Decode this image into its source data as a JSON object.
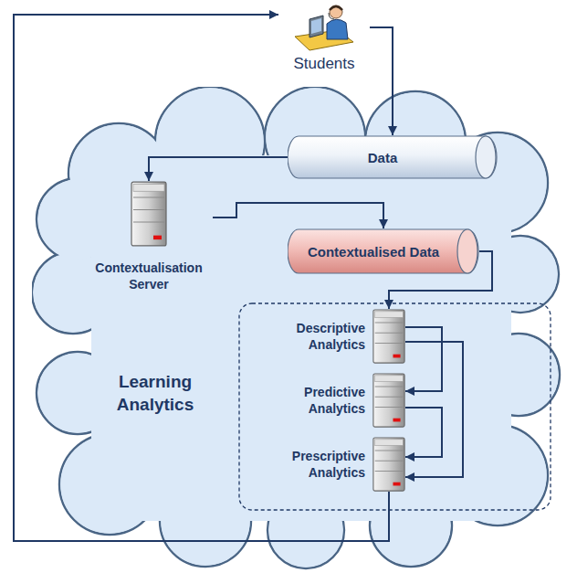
{
  "diagram": {
    "nodes": [
      {
        "text": [
          "Students"
        ]
      },
      {
        "text": [
          "Learning Analytics"
        ]
      },
      {
        "text": [
          "Data"
        ],
        "in": 1
      },
      {
        "text": [
          "Contextualisation Server"
        ],
        "in": 1
      },
      {
        "text": [
          "Contextualised Data"
        ],
        "in": 1
      },
      {
        "text": [
          "Descriptive Analytics"
        ],
        "in": 1
      },
      {
        "text": [
          "Predictive Analytics"
        ],
        "in": 1
      },
      {
        "text": [
          "Prescriptive Analytics"
        ],
        "in": 1
      }
    ],
    "edges": [
      {
        "from": 0,
        "to": 2,
        "arrow": "to"
      },
      {
        "from": 2,
        "to": 3,
        "arrow": "to"
      },
      {
        "from": 3,
        "to": 4,
        "arrow": "to"
      },
      {
        "from": 4,
        "to": 5,
        "arrow": "to"
      },
      {
        "from": 5,
        "to": 6,
        "arrow": "to"
      },
      {
        "from": 5,
        "to": 7,
        "arrow": "to"
      },
      {
        "from": 6,
        "to": 7,
        "arrow": "to"
      },
      {
        "from": 7,
        "to": 0,
        "arrow": "to"
      }
    ]
  }
}
